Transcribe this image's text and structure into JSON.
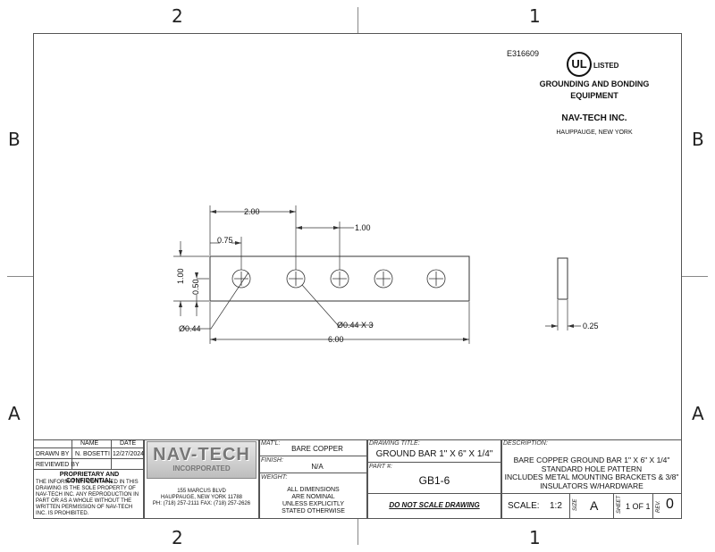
{
  "zones": {
    "top_left": "2",
    "top_right": "1",
    "bottom_left": "2",
    "bottom_right": "1",
    "left_upper": "B",
    "left_lower": "A",
    "right_upper": "B",
    "right_lower": "A"
  },
  "cert": {
    "number": "E316609",
    "ul_mark": "UL",
    "listed": "LISTED",
    "line1": "GROUNDING AND BONDING",
    "line2": "EQUIPMENT",
    "company": "NAV-TECH INC.",
    "location": "HAUPPAUGE, NEW YORK"
  },
  "dims": {
    "d200": "2.00",
    "d075": "0.75",
    "d100": "1.00",
    "dv100": "1.00",
    "dv050": "0.50",
    "dia044": "Ø0.44",
    "dia044x3": "Ø0.44 X 3",
    "d600": "6.00",
    "d025": "0.25"
  },
  "title_block": {
    "name_hdr": "NAME",
    "date_hdr": "DATE",
    "drawn_by_lbl": "DRAWN BY",
    "drawn_by": "N. BOSETTI",
    "drawn_date": "12/27/2024",
    "reviewed_by_lbl": "REVIEWED BY",
    "prop_title": "PROPRIETARY AND CONFIDENTIAL",
    "prop_text": "THE INFORMATION CONTAINED IN THIS DRAWING IS THE SOLE PROPERTY OF NAV-TECH INC. ANY REPRODUCTION IN PART OR AS A WHOLE WITHOUT THE WRITTEN PERMISSION OF NAV-TECH INC. IS PROHIBITED.",
    "logo_main": "NAV-TECH",
    "logo_sub": "INCORPORATED",
    "addr1": "155 MARCUS BLVD",
    "addr2": "HAUPPAUGE, NEW YORK 11788",
    "addr3": "PH: (718) 257-2111   FAX: (718) 257-2626",
    "matl_lbl": "MAT'L:",
    "matl": "BARE COPPER",
    "finish_lbl": "FINISH:",
    "finish": "N/A",
    "weight_lbl": "WEIGHT:",
    "nominal1": "ALL DIMENSIONS",
    "nominal2": "ARE NOMINAL",
    "nominal3": "UNLESS EXPLICITLY",
    "nominal4": "STATED OTHERWISE",
    "title_lbl": "DRAWING TITLE:",
    "title": "GROUND BAR 1\" X 6\" X 1/4\"",
    "part_lbl": "PART #:",
    "part": "GB1-6",
    "noscale": "DO NOT SCALE DRAWING",
    "desc_lbl": "DESCRIPTION:",
    "desc1": "BARE COPPER GROUND BAR 1\" X 6\" X 1/4\"",
    "desc2": "STANDARD HOLE PATTERN",
    "desc3": "INCLUDES METAL MOUNTING BRACKETS & 3/8\"",
    "desc4": "INSULATORS W/HARDWARE",
    "scale_lbl": "SCALE:",
    "scale": "1:2",
    "size_lbl": "SIZE",
    "size": "A",
    "sheet_lbl": "SHEET",
    "sheet": "1 OF 1",
    "rev_lbl": "REV.",
    "rev": "0"
  }
}
